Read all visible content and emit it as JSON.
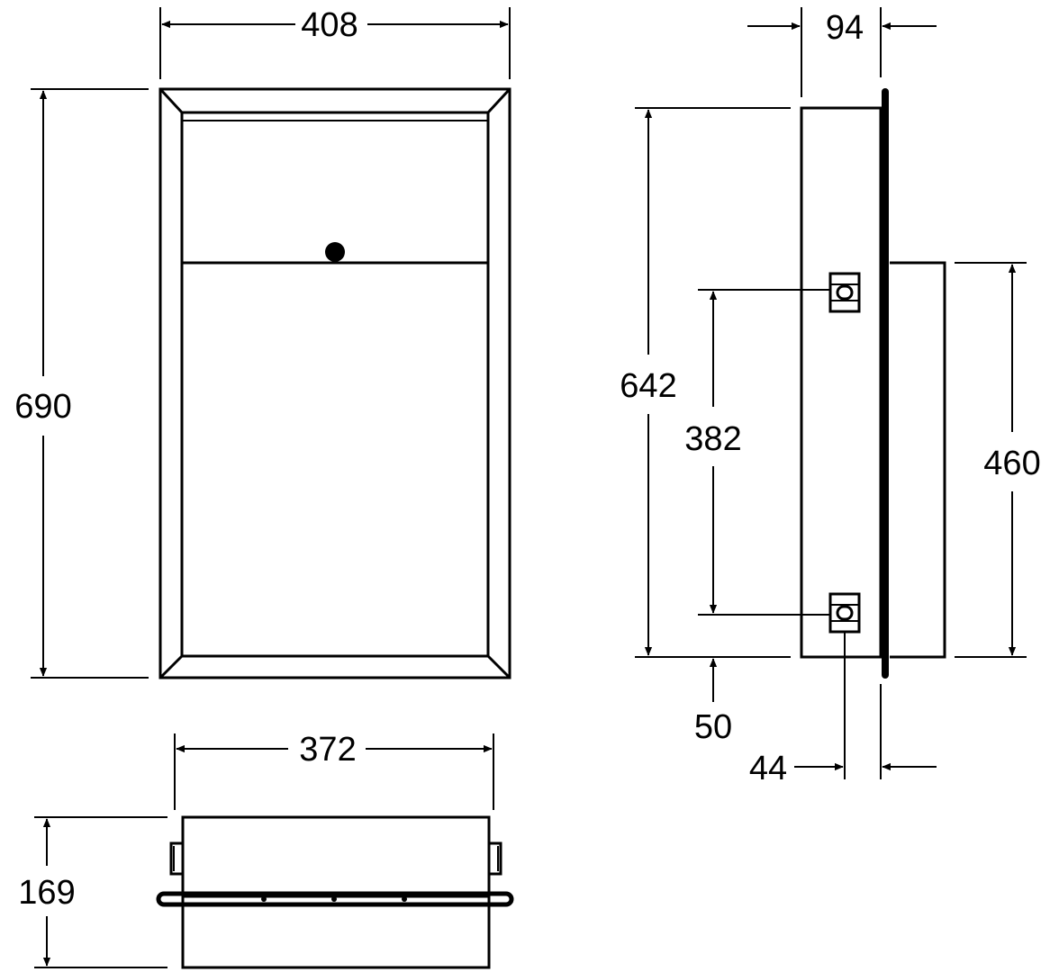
{
  "dimensions": {
    "front_width": "408",
    "front_height": "690",
    "top_width": "372",
    "top_depth": "169",
    "side_depth": "94",
    "side_body_height": "642",
    "side_mount_spacing": "382",
    "side_bin_height": "460",
    "side_bottom_offset": "50",
    "side_mount_offset": "44"
  }
}
